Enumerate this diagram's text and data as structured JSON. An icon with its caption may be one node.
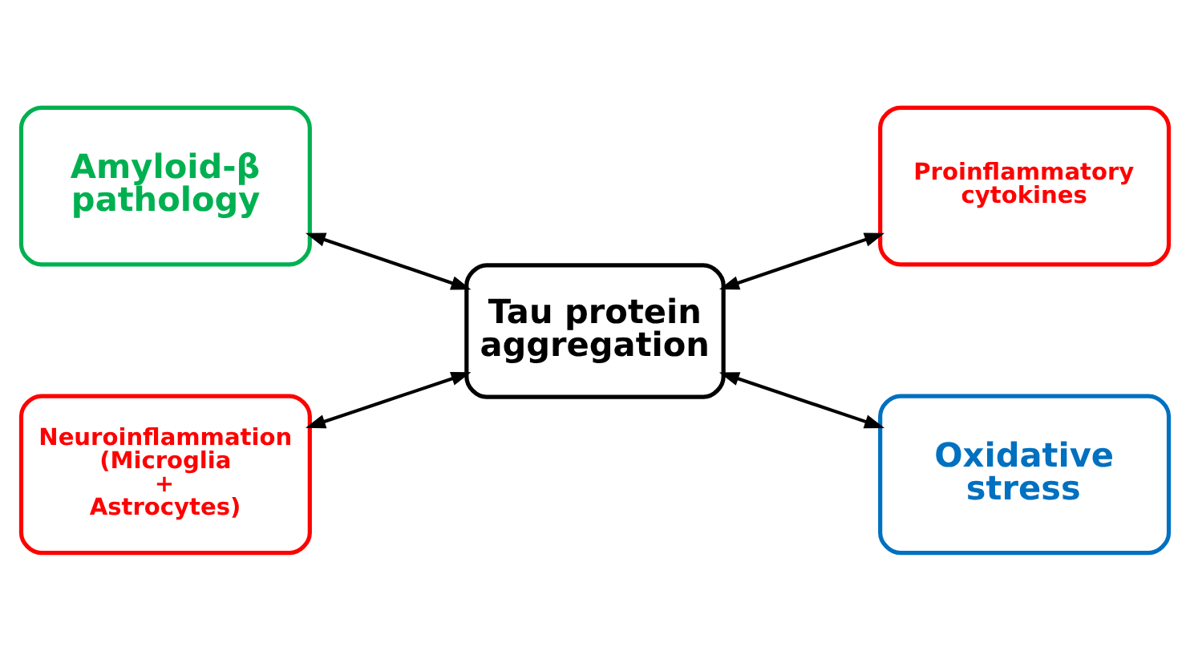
{
  "diagram": {
    "nodes": [
      {
        "text": [
          "Amyloid-β pathology"
        ]
      },
      {
        "text": [
          "Proinflammatory cytokines"
        ]
      },
      {
        "text": [
          "Tau protein aggregation"
        ]
      },
      {
        "text": [
          "Neuroinflammation (Microglia + Astrocytes)"
        ]
      },
      {
        "text": [
          "Oxidative stress"
        ]
      }
    ],
    "edges": [
      {
        "from": 0,
        "to": 2,
        "arrow": "both"
      },
      {
        "from": 2,
        "to": 1,
        "arrow": "both"
      },
      {
        "from": 3,
        "to": 2,
        "arrow": "both"
      },
      {
        "from": 2,
        "to": 4,
        "arrow": "both"
      }
    ]
  }
}
